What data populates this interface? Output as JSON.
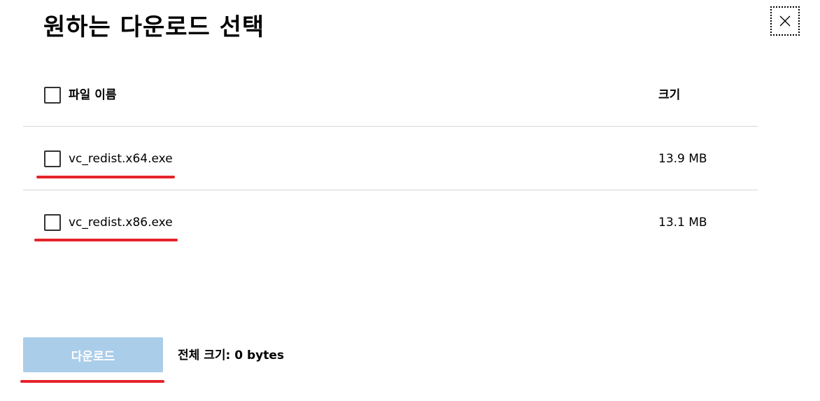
{
  "dialog": {
    "title": "원하는 다운로드 선택",
    "close_icon": "close-icon"
  },
  "table": {
    "header": {
      "name_label": "파일 이름",
      "size_label": "크기"
    },
    "rows": [
      {
        "name": "vc_redist.x64.exe",
        "size": "13.9 MB",
        "checked": false
      },
      {
        "name": "vc_redist.x86.exe",
        "size": "13.1 MB",
        "checked": false
      }
    ]
  },
  "footer": {
    "download_label": "다운로드",
    "total_label": "전체 크기: 0 bytes"
  },
  "colors": {
    "accent_disabled": "#aacde9",
    "annotation_red": "#e5232a"
  }
}
